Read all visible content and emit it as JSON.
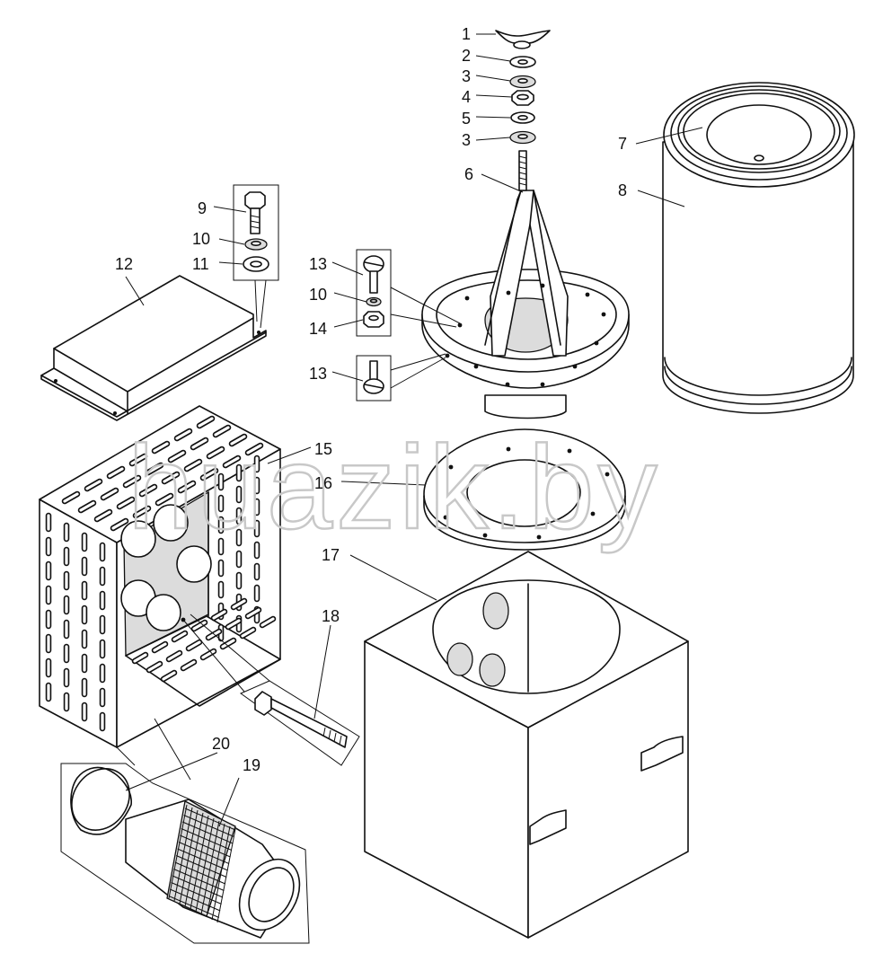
{
  "watermark": "huazik.by",
  "callouts": {
    "c1": "1",
    "c2": "2",
    "c3a": "3",
    "c4": "4",
    "c5": "5",
    "c3b": "3",
    "c6": "6",
    "c7": "7",
    "c8": "8",
    "c9": "9",
    "c10a": "10",
    "c11": "11",
    "c12": "12",
    "c13a": "13",
    "c10b": "10",
    "c14": "14",
    "c13b": "13",
    "c15": "15",
    "c16": "16",
    "c17": "17",
    "c18": "18",
    "c19": "19",
    "c20": "20"
  }
}
